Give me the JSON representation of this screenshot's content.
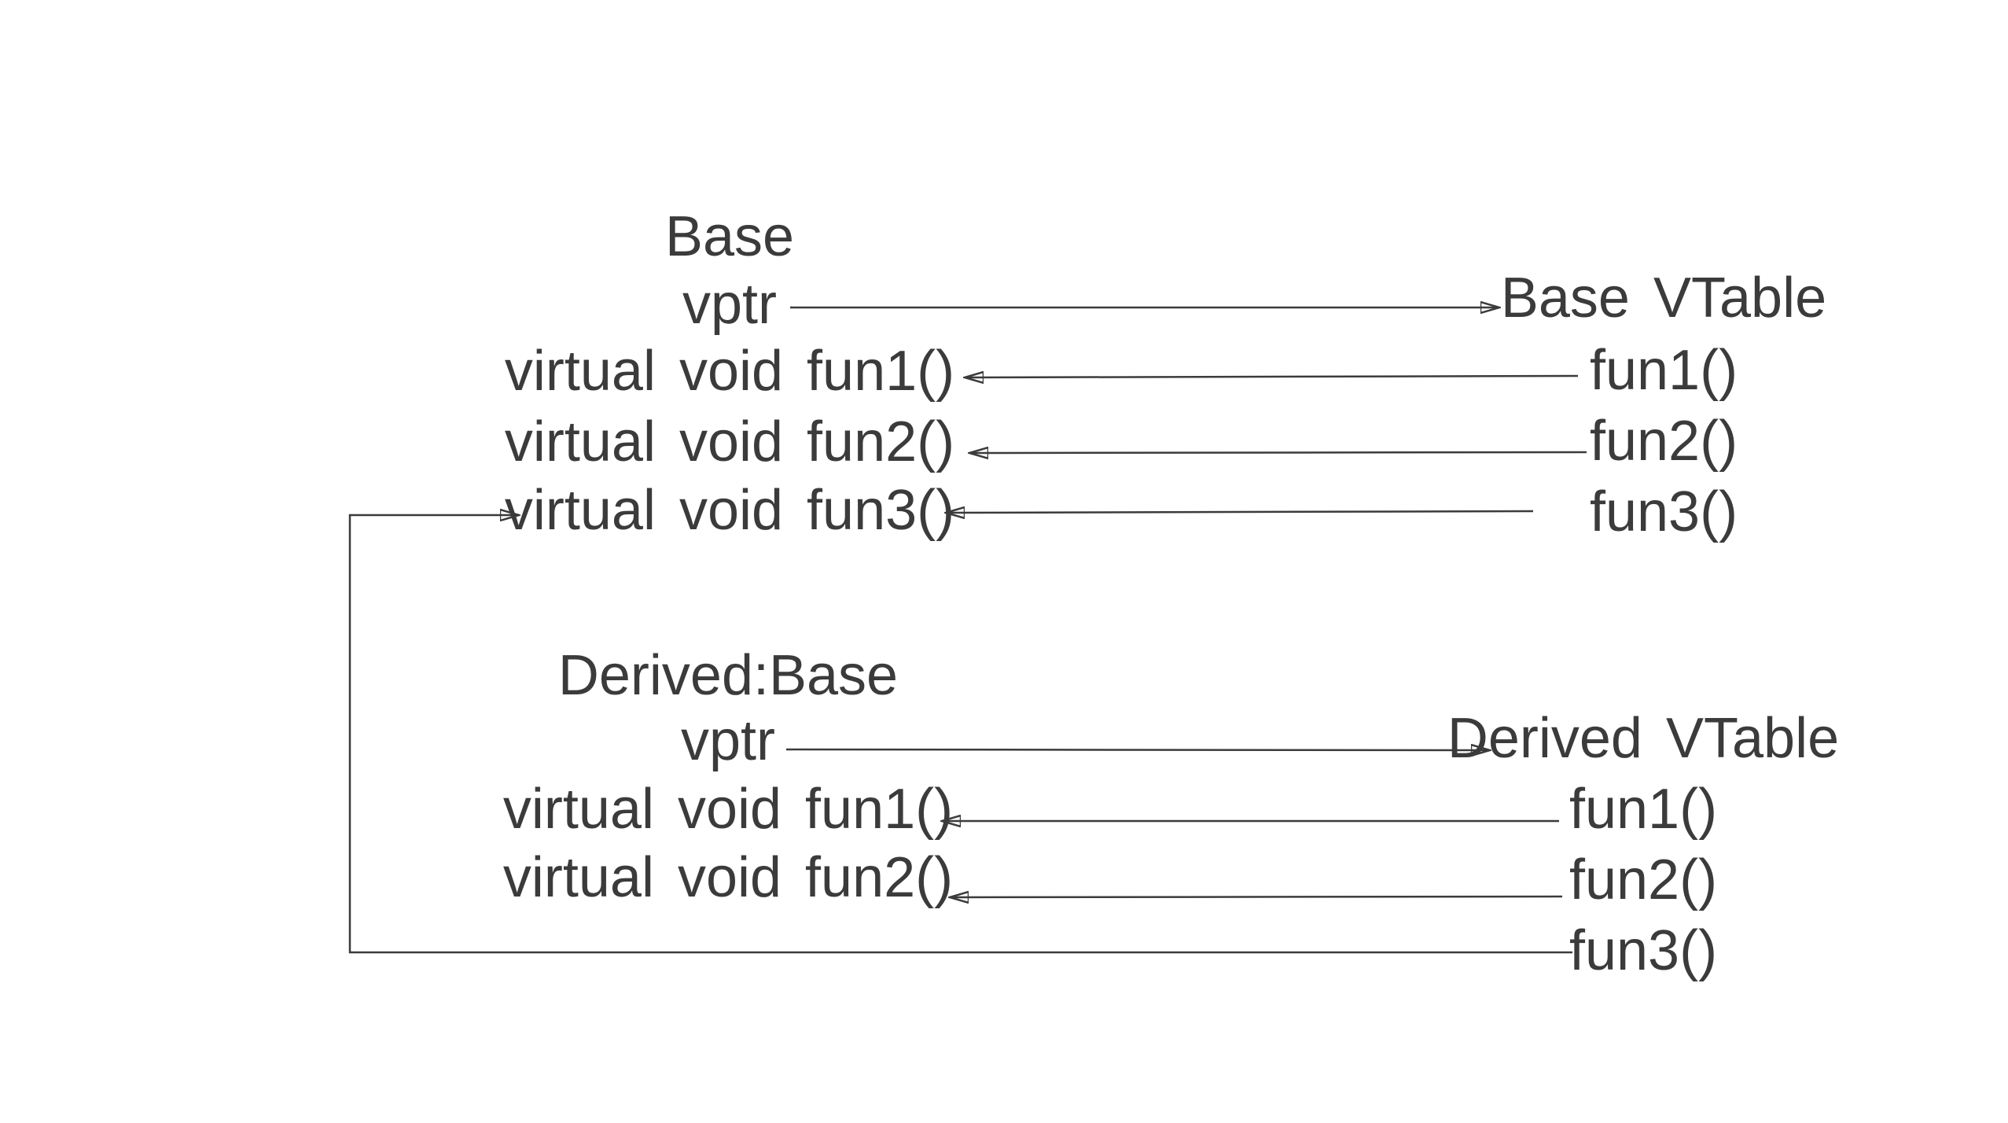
{
  "colors": {
    "background": "#ffffff",
    "text": "#3b3b3b",
    "line": "#3b3b3b"
  },
  "base_class": {
    "title": "Base",
    "fields": [
      "vptr",
      "virtual void fun1()",
      "virtual void fun2()",
      "virtual void fun3()"
    ]
  },
  "base_vtable": {
    "title": "Base VTable",
    "entries": [
      "fun1()",
      "fun2()",
      "fun3()"
    ]
  },
  "derived_class": {
    "title": "Derived:Base",
    "fields": [
      "vptr",
      "virtual void fun1()",
      "virtual void fun2()"
    ]
  },
  "derived_vtable": {
    "title": "Derived VTable",
    "entries": [
      "fun1()",
      "fun2()",
      "fun3()"
    ]
  },
  "relations": [
    {
      "from": "Base.vptr",
      "to": "Base VTable",
      "direction": "right"
    },
    {
      "from": "Base VTable.fun1()",
      "to": "Base.virtual void fun1()",
      "direction": "left"
    },
    {
      "from": "Base VTable.fun2()",
      "to": "Base.virtual void fun2()",
      "direction": "left"
    },
    {
      "from": "Base VTable.fun3()",
      "to": "Base.virtual void fun3()",
      "direction": "left"
    },
    {
      "from": "Derived.vptr",
      "to": "Derived VTable",
      "direction": "right"
    },
    {
      "from": "Derived VTable.fun1()",
      "to": "Derived.virtual void fun1()",
      "direction": "left"
    },
    {
      "from": "Derived VTable.fun2()",
      "to": "Derived.virtual void fun2()",
      "direction": "left"
    },
    {
      "from": "Derived VTable.fun3()",
      "to": "Base.virtual void fun3()",
      "direction": "up-left-inherited"
    }
  ]
}
